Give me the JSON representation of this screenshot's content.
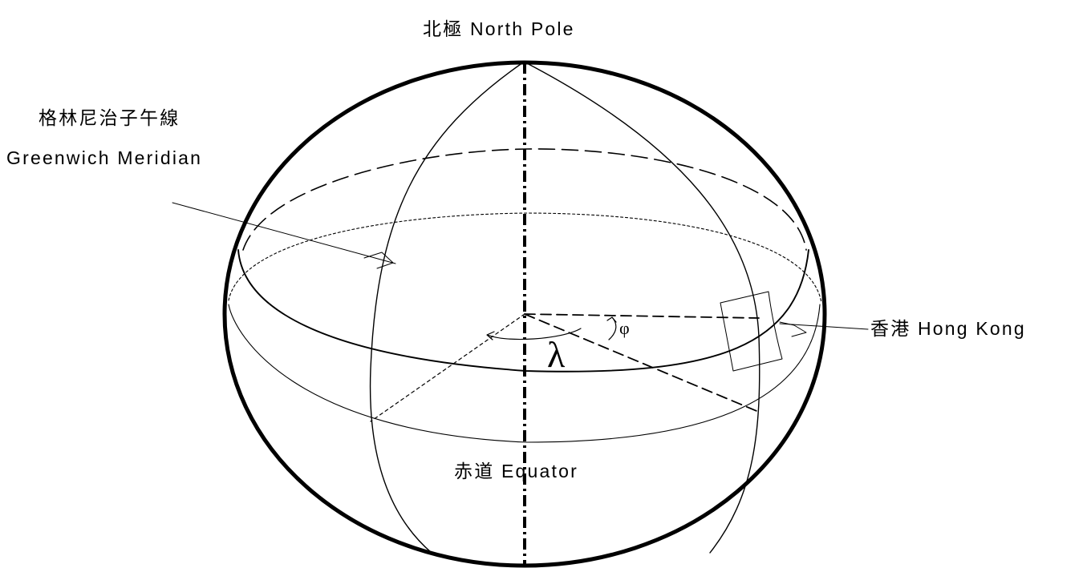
{
  "labels": {
    "north_pole": "北極  North Pole",
    "greenwich_zh": "格林尼治子午線",
    "greenwich_en": "Greenwich Meridian",
    "hong_kong": "香港  Hong Kong",
    "equator": "赤道 Equator",
    "longitude_symbol": "λ",
    "latitude_symbol": "φ"
  },
  "colors": {
    "stroke": "#000000",
    "background": "#ffffff"
  }
}
